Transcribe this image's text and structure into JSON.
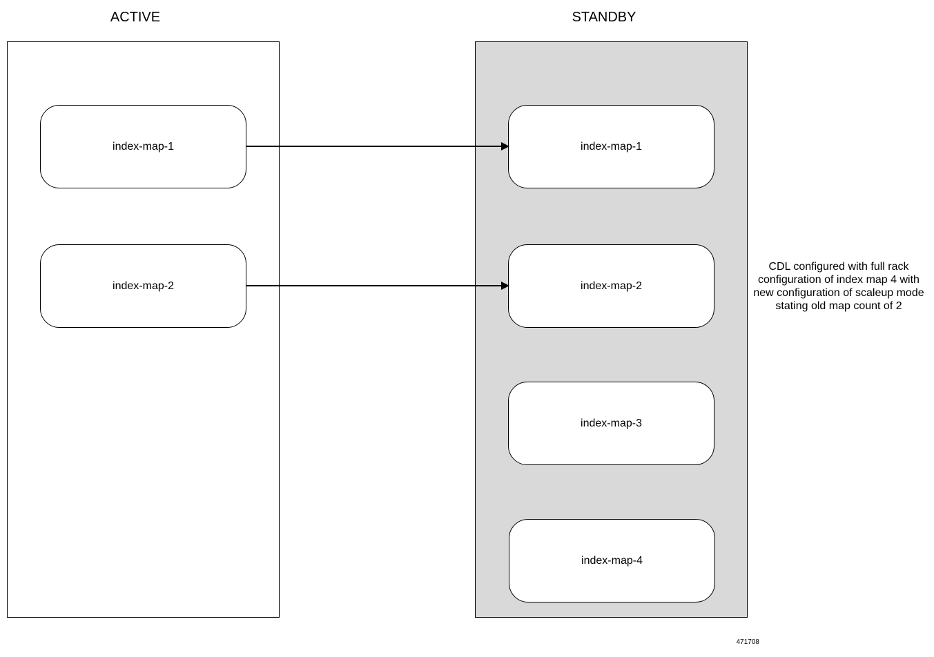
{
  "titles": {
    "active": "ACTIVE",
    "standby": "STANDBY"
  },
  "active_maps": [
    "index-map-1",
    "index-map-2"
  ],
  "standby_maps": [
    "index-map-1",
    "index-map-2",
    "index-map-3",
    "index-map-4"
  ],
  "annotation": "CDL configured with full rack configuration of index map 4 with new configuration of scaleup mode stating old map count of 2",
  "figure_number": "471708",
  "colors": {
    "standby_panel": "#d9d9d9",
    "active_panel": "#ffffff",
    "line": "#000000"
  }
}
